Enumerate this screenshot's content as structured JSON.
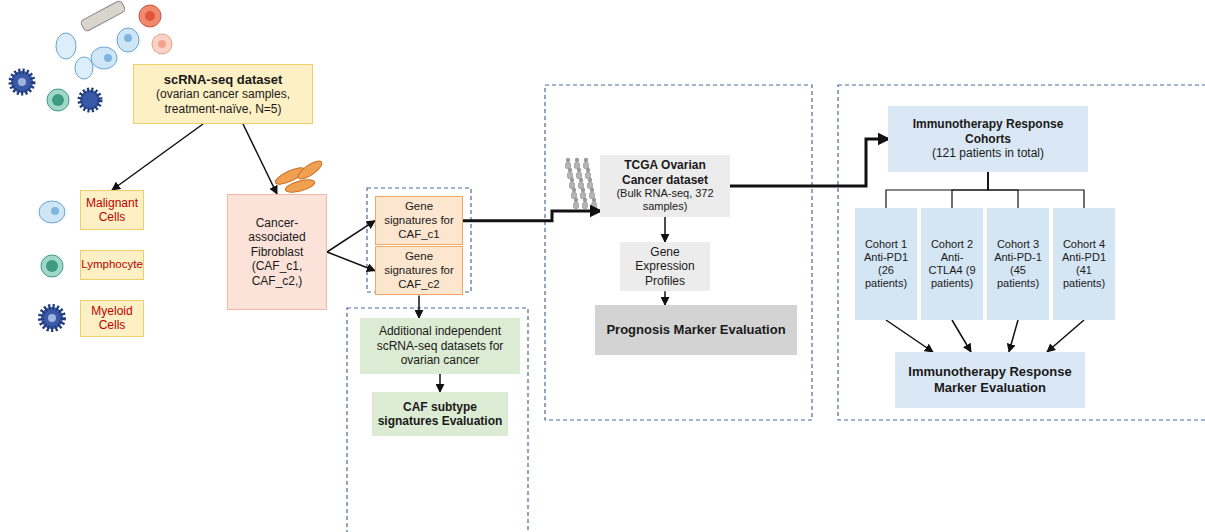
{
  "diagram": {
    "nodes": [
      {
        "text": [
          "scRNA-seq dataset",
          "(ovarian cancer samples, treatment-naïve, N=5)"
        ]
      },
      {
        "text": [
          "Malignant Cells"
        ]
      },
      {
        "text": [
          "Lymphocyte"
        ]
      },
      {
        "text": [
          "Myeloid Cells"
        ]
      },
      {
        "text": [
          "Cancer-associated Fibroblast (CAF_c1, CAF_c2,)"
        ]
      },
      {
        "text": [
          "Gene signatures for CAF_c1"
        ]
      },
      {
        "text": [
          "Gene signatures for CAF_c2"
        ]
      },
      {
        "text": [
          "Additional independent scRNA-seq datasets for ovarian cancer"
        ]
      },
      {
        "text": [
          "CAF subtype signatures Evaluation"
        ]
      },
      {
        "text": [
          "TCGA Ovarian Cancer dataset",
          "(Bulk RNA-seq, 372 samples)"
        ]
      },
      {
        "text": [
          "Gene Expression Profiles"
        ]
      },
      {
        "text": [
          "Prognosis Marker Evaluation"
        ]
      },
      {
        "text": [
          "Immunotherapy Response Cohorts",
          "(121 patients in total)"
        ]
      },
      {
        "text": [
          "Cohort 1 Anti-PD1 (26 patients)"
        ]
      },
      {
        "text": [
          "Cohort 2 Anti-CTLA4 (9 patients)"
        ]
      },
      {
        "text": [
          "Cohort 3 Anti-PD-1 (45 patients)"
        ]
      },
      {
        "text": [
          "Cohort 4 Anti-PD1 (41 patients)"
        ]
      },
      {
        "text": [
          "Immunotherapy Response Marker Evaluation"
        ]
      }
    ],
    "edges": [
      {
        "from": 0,
        "to": 1,
        "arrow": "to"
      },
      {
        "from": 0,
        "to": 4,
        "arrow": "to"
      },
      {
        "from": 4,
        "to": 5,
        "arrow": "to"
      },
      {
        "from": 4,
        "to": 6,
        "arrow": "to"
      },
      {
        "from": 5,
        "to": 9,
        "arrow": "to"
      },
      {
        "from": 6,
        "to": 7,
        "arrow": "to"
      },
      {
        "from": 7,
        "to": 8,
        "arrow": "to"
      },
      {
        "from": 9,
        "to": 10,
        "arrow": "to"
      },
      {
        "from": 10,
        "to": 11,
        "arrow": "to"
      },
      {
        "from": 9,
        "to": 12,
        "arrow": "to"
      },
      {
        "from": 12,
        "to": 13,
        "arrow": "none"
      },
      {
        "from": 12,
        "to": 14,
        "arrow": "none"
      },
      {
        "from": 12,
        "to": 15,
        "arrow": "none"
      },
      {
        "from": 12,
        "to": 16,
        "arrow": "none"
      },
      {
        "from": 13,
        "to": 17,
        "arrow": "to"
      },
      {
        "from": 14,
        "to": 17,
        "arrow": "to"
      },
      {
        "from": 15,
        "to": 17,
        "arrow": "to"
      },
      {
        "from": 16,
        "to": 17,
        "arrow": "to"
      }
    ]
  }
}
